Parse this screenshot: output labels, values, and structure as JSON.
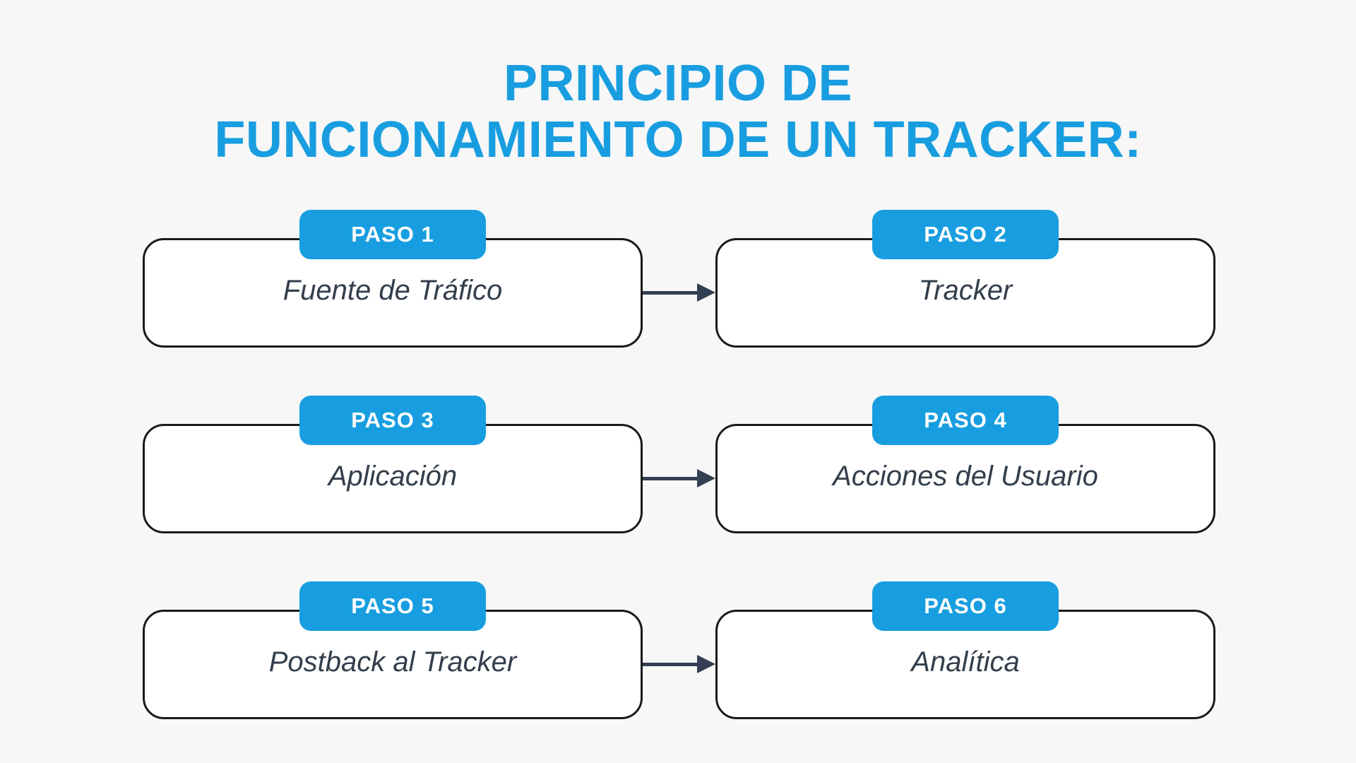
{
  "title": {
    "line1": "PRINCIPIO DE",
    "line2": "FUNCIONAMIENTO DE UN TRACKER:"
  },
  "steps": [
    {
      "badge": "PASO 1",
      "label": "Fuente de Tráfico"
    },
    {
      "badge": "PASO 2",
      "label": "Tracker"
    },
    {
      "badge": "PASO 3",
      "label": "Aplicación"
    },
    {
      "badge": "PASO 4",
      "label": "Acciones del Usuario"
    },
    {
      "badge": "PASO 5",
      "label": "Postback al Tracker"
    },
    {
      "badge": "PASO 6",
      "label": "Analítica"
    }
  ],
  "connections": [
    {
      "from": "PASO 1",
      "to": "PASO 2"
    },
    {
      "from": "PASO 3",
      "to": "PASO 4"
    },
    {
      "from": "PASO 5",
      "to": "PASO 6"
    }
  ],
  "colors": {
    "accent": "#189EE0",
    "background": "#F7F7F8",
    "box_fill": "#FFFFFF",
    "box_border": "#1A1A1A",
    "label_text": "#333E4C",
    "arrow": "#333F52",
    "badge_text": "#FFFFFF"
  }
}
